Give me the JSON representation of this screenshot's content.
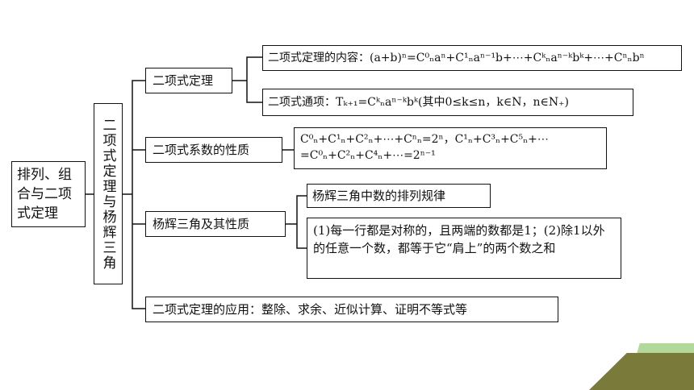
{
  "root": {
    "label": "排列、组合与二项式定理"
  },
  "spine": {
    "label": "二项式定理与杨辉三角"
  },
  "branches": [
    {
      "label": "二项式定理",
      "leaves": [
        "二项式定理的内容：(a+b)ⁿ=C⁰ₙaⁿ+C¹ₙaⁿ⁻¹b+⋯+Cᵏₙaⁿ⁻ᵏbᵏ+⋯+Cⁿₙbⁿ",
        "二项式通项：Tₖ₊₁=Cᵏₙaⁿ⁻ᵏbᵏ(其中0≤k≤n，k∈N，n∈N₊)"
      ]
    },
    {
      "label": "二项式系数的性质",
      "leaves": [
        "C⁰ₙ+C¹ₙ+C²ₙ+⋯+Cⁿₙ=2ⁿ，C¹ₙ+C³ₙ+C⁵ₙ+⋯=C⁰ₙ+C²ₙ+C⁴ₙ+⋯=2ⁿ⁻¹"
      ]
    },
    {
      "label": "杨辉三角及其性质",
      "leaves": [
        "杨辉三角中数的排列规律",
        "(1)每一行都是对称的，且两端的数都是1；(2)除1以外的任意一个数，都等于它“肩上”的两个数之和"
      ]
    },
    {
      "label": "二项式定理的应用：整除、求余、近似计算、证明不等式等",
      "leaves": []
    }
  ],
  "colors": {
    "line": "#111111",
    "deco_light": "#b3d99a",
    "deco_dark": "#7a7a3a"
  }
}
